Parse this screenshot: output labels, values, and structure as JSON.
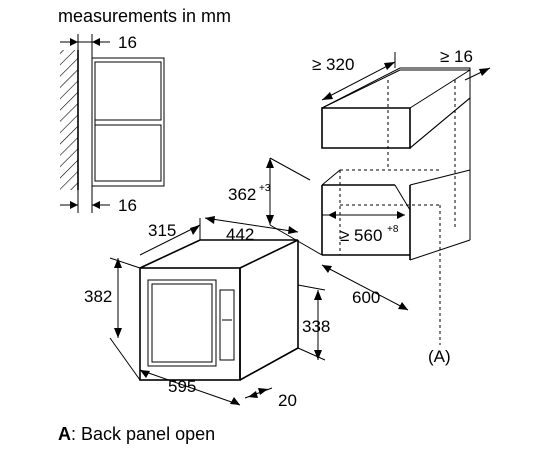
{
  "title": "measurements in mm",
  "legend": {
    "key": "A",
    "text": ": Back panel open"
  },
  "side_view": {
    "top_gap": "16",
    "bottom_gap": "16"
  },
  "cabinet": {
    "depth_min": "≥ 320",
    "side_gap": "≥ 16",
    "niche_height": "362",
    "niche_height_tol": "+3",
    "niche_width": "≥ 560",
    "niche_width_tol": "+8",
    "cabinet_depth": "600",
    "back_panel_marker": "(A)"
  },
  "microwave": {
    "depth": "315",
    "body_width": "442",
    "body_height": "338",
    "front_height": "382",
    "front_width": "595",
    "frame_depth": "20"
  }
}
